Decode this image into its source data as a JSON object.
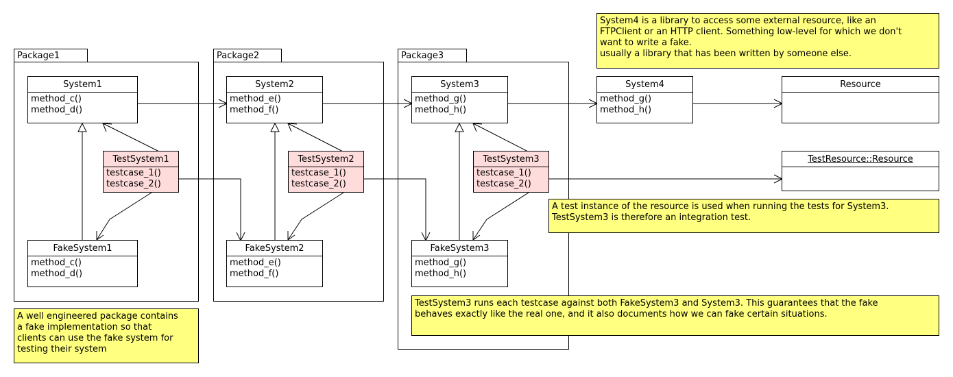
{
  "colors": {
    "note_bg": "#ffff80",
    "test_bg": "#ffdcdc",
    "stroke": "#000000"
  },
  "packages": [
    {
      "id": "package1",
      "name": "Package1"
    },
    {
      "id": "package2",
      "name": "Package2"
    },
    {
      "id": "package3",
      "name": "Package3"
    }
  ],
  "classes": [
    {
      "id": "system1",
      "name": "System1",
      "methods": [
        "method_c()",
        "method_d()"
      ]
    },
    {
      "id": "testsystem1",
      "name": "TestSystem1",
      "methods": [
        "testcase_1()",
        "testcase_2()"
      ]
    },
    {
      "id": "fakesystem1",
      "name": "FakeSystem1",
      "methods": [
        "method_c()",
        "method_d()"
      ]
    },
    {
      "id": "system2",
      "name": "System2",
      "methods": [
        "method_e()",
        "method_f()"
      ]
    },
    {
      "id": "testsystem2",
      "name": "TestSystem2",
      "methods": [
        "testcase_1()",
        "testcase_2()"
      ]
    },
    {
      "id": "fakesystem2",
      "name": "FakeSystem2",
      "methods": [
        "method_e()",
        "method_f()"
      ]
    },
    {
      "id": "system3",
      "name": "System3",
      "methods": [
        "method_g()",
        "method_h()"
      ]
    },
    {
      "id": "testsystem3",
      "name": "TestSystem3",
      "methods": [
        "testcase_1()",
        "testcase_2()"
      ]
    },
    {
      "id": "fakesystem3",
      "name": "FakeSystem3",
      "methods": [
        "method_g()",
        "method_h()"
      ]
    },
    {
      "id": "system4",
      "name": "System4",
      "methods": [
        "method_g()",
        "method_h()"
      ]
    },
    {
      "id": "resource",
      "name": "Resource",
      "methods": []
    },
    {
      "id": "testresource",
      "name": "TestResource::Resource",
      "methods": []
    }
  ],
  "notes": [
    {
      "id": "note-system4",
      "lines": [
        "System4 is a library to access some external resource, like an",
        "FTPClient or an HTTP client. Something low-level for which we don't",
        "want to write a fake.",
        "usually a library that has been written by someone else."
      ]
    },
    {
      "id": "note-test-instance",
      "lines": [
        "A test instance of the resource is used when running the tests for System3.",
        "TestSystem3 is therefore an integration test."
      ]
    },
    {
      "id": "note-testsystem3",
      "lines": [
        "TestSystem3 runs each testcase against both FakeSystem3 and System3. This guarantees that the fake",
        "behaves exactly like the real one, and it also documents how we can fake certain situations."
      ]
    },
    {
      "id": "note-package",
      "lines": [
        "A well engineered package contains",
        "a fake implementation so that",
        "clients  can use the fake system for",
        "testing their system"
      ]
    }
  ]
}
